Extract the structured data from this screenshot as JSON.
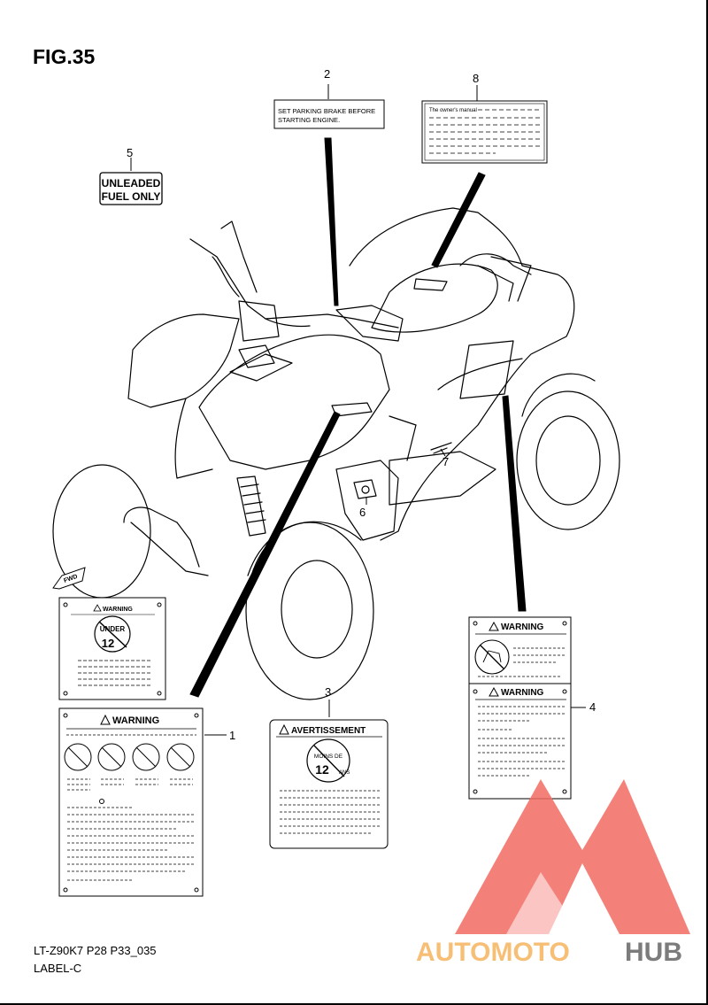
{
  "figure": {
    "title": "FIG.35"
  },
  "footer": {
    "model_code": "LT-Z90K7  P28  P33_035",
    "section": "LABEL-C"
  },
  "watermark": {
    "brand_part1": "AUTOMOTO",
    "brand_part2": "HUB",
    "color_main": "#f36c62",
    "color_light": "#f6b55f",
    "color_dark": "#666666"
  },
  "callouts": {
    "c1": "1",
    "c2": "2",
    "c3": "3",
    "c4": "4",
    "c5": "5",
    "c6": "6",
    "c7": "7",
    "c8": "8"
  },
  "labels": {
    "parking_brake_line1": "SET PARKING BRAKE BEFORE",
    "parking_brake_line2": "STARTING ENGINE.",
    "unleaded_line1": "UNLEADED",
    "unleaded_line2": "FUEL ONLY",
    "owners_manual": "The owner's manual",
    "warning": "WARNING",
    "avertissement": "AVERTISSEMENT",
    "under": "UNDER",
    "twelve": "12",
    "moins_de": "MOINS DE",
    "ans": "ANS",
    "fwd": "FWD"
  }
}
